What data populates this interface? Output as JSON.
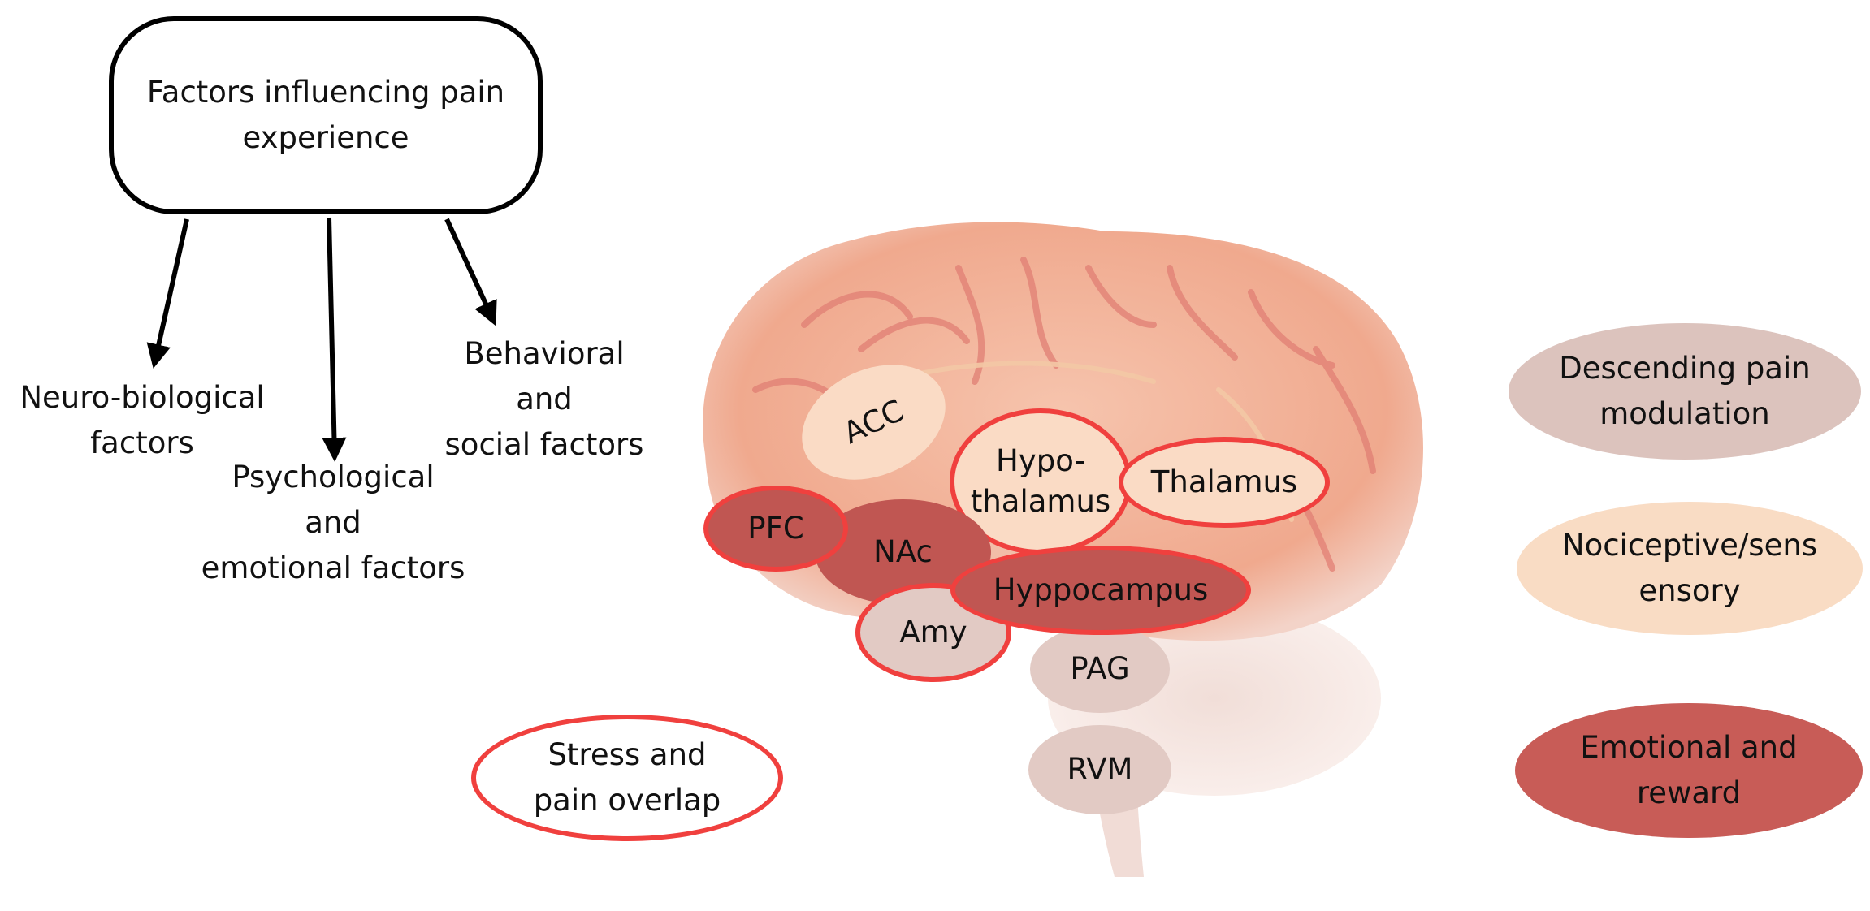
{
  "title_box": {
    "text": "Factors influencing pain\nexperience"
  },
  "factors": {
    "neuro": "Neuro-biological\nfactors",
    "psych": "Psychological\nand\nemotional factors",
    "behav": "Behavioral\nand\nsocial factors"
  },
  "regions": {
    "acc": "ACC",
    "hypothalamus": "Hypo-\nthalamus",
    "thalamus": "Thalamus",
    "pfc": "PFC",
    "nac": "NAc",
    "hyppocampus": "Hyppocampus",
    "amy": "Amy",
    "pag": "PAG",
    "rvm": "RVM"
  },
  "stress_overlap": "Stress and\npain overlap",
  "legend": [
    {
      "label": "Descending pain\nmodulation",
      "color": "#dcc3bd"
    },
    {
      "label": "Nociceptive/sens\nensory",
      "color": "#f9dcc4"
    },
    {
      "label": "Emotional and\nreward",
      "color": "#c85c57"
    }
  ],
  "colors": {
    "outline_red": "#f0403e",
    "dark_red": "#c05652",
    "light_peach": "#fadbc5",
    "gray_pink": "#e2cac4",
    "brain": "#f3b8a0"
  }
}
